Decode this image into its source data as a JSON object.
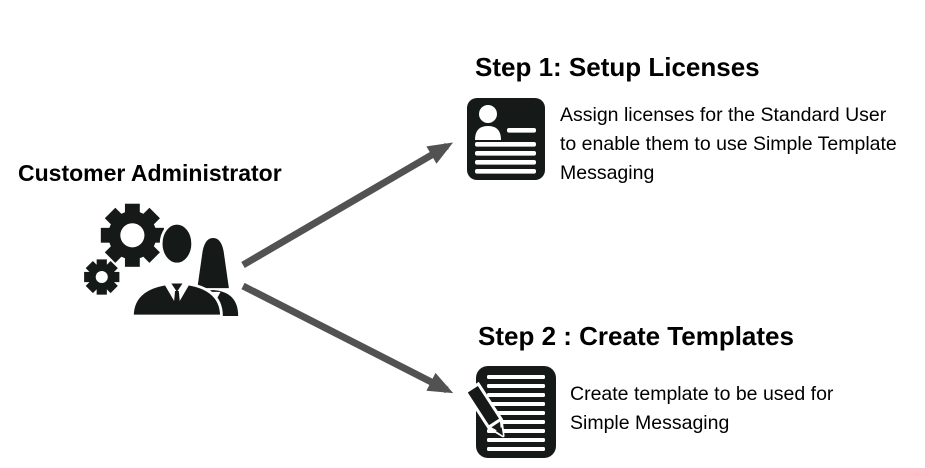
{
  "diagram": {
    "actor": {
      "label": "Customer Administrator",
      "icon": "admin-gears-people-icon"
    },
    "steps": [
      {
        "title": "Step 1: Setup Licenses",
        "description": "Assign licenses for the Standard User to enable them to use Simple Template Messaging",
        "icon": "license-card-icon"
      },
      {
        "title": "Step 2 : Create Templates",
        "description": "Create template to be used for Simple Messaging",
        "icon": "template-pencil-icon"
      }
    ],
    "colors": {
      "icon_fill": "#151a18",
      "arrow": "#525252",
      "text": "#000000",
      "background": "#ffffff"
    }
  }
}
